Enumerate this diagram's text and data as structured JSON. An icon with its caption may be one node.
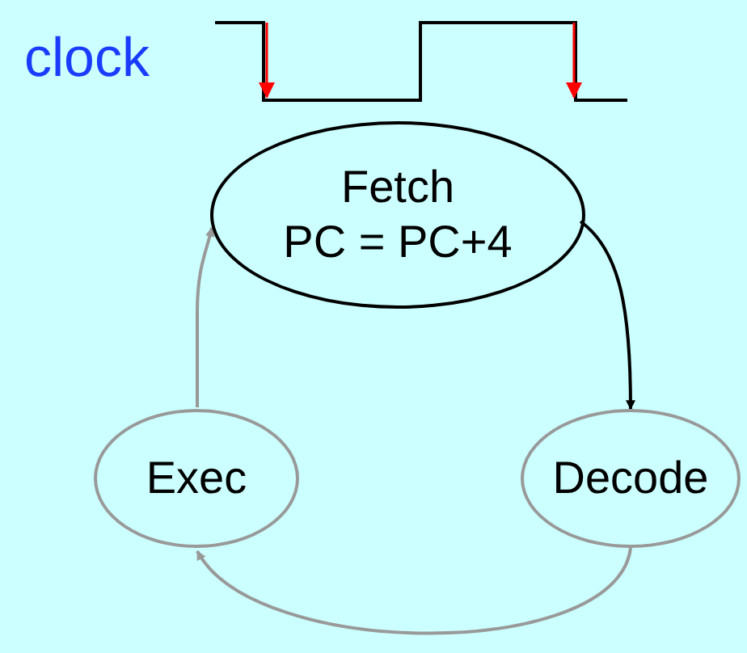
{
  "diagram": {
    "nodes": [
      {
        "text": [
          "Fetch",
          "PC = PC+4"
        ]
      },
      {
        "text": [
          "Exec"
        ]
      },
      {
        "text": [
          "Decode"
        ]
      }
    ],
    "edges": [
      {
        "from": 0,
        "to": 2,
        "arrow": "to",
        "color": "#000000"
      },
      {
        "from": 2,
        "to": 1,
        "arrow": "to"
      },
      {
        "from": 1,
        "to": 0,
        "arrow": "to"
      }
    ],
    "labels": [
      "clock"
    ]
  }
}
